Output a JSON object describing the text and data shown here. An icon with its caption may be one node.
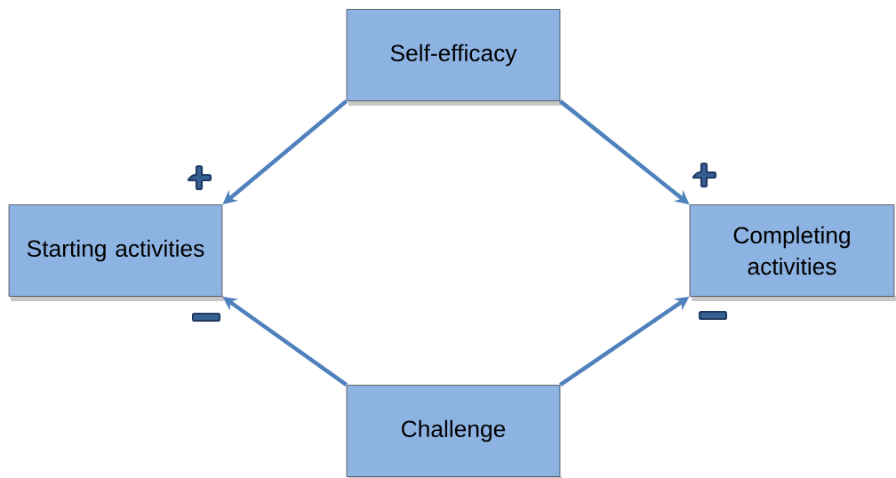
{
  "diagram": {
    "nodes": [
      {
        "text": [
          "Self-efficacy"
        ]
      },
      {
        "text": [
          "Starting activities"
        ]
      },
      {
        "text": [
          "Completing activities"
        ]
      },
      {
        "text": [
          "Challenge"
        ]
      }
    ],
    "edges": [
      {
        "from": 0,
        "to": 1,
        "arrow": "to"
      },
      {
        "from": 0,
        "to": 2,
        "arrow": "to"
      },
      {
        "from": 3,
        "to": 1,
        "arrow": "to"
      },
      {
        "from": 3,
        "to": 2,
        "arrow": "to"
      }
    ]
  }
}
